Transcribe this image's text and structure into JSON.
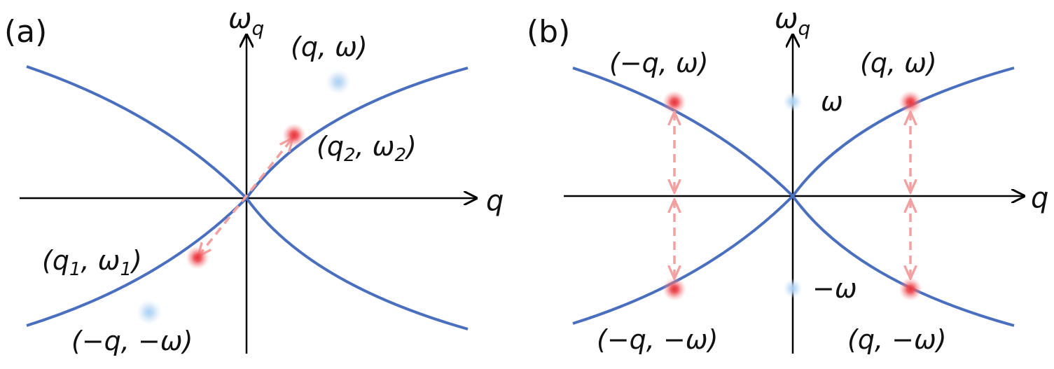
{
  "panel_a": {
    "label": "(a)",
    "axis_y": "ωq",
    "axis_x": "q",
    "labels": {
      "q_omega": "(q, ω)",
      "q2_omega2": "(q2, ω2)",
      "q1_omega1": "(q1, ω1)",
      "neg_q_neg_omega": "(−q, −ω)"
    }
  },
  "panel_b": {
    "label": "(b)",
    "axis_y": "ωq",
    "axis_x": "q",
    "labels": {
      "neg_q_omega": "(−q, ω)",
      "q_omega": "(q, ω)",
      "omega": "ω",
      "neg_omega": "−ω",
      "neg_q_neg_omega": "(−q, −ω)",
      "q_neg_omega": "(q, −ω)"
    }
  },
  "colors": {
    "curve": "#4a6fbf",
    "red_point": "#e8333a",
    "blue_point": "#7fb0e8",
    "dashed_arrow": "#f2a0a0"
  }
}
